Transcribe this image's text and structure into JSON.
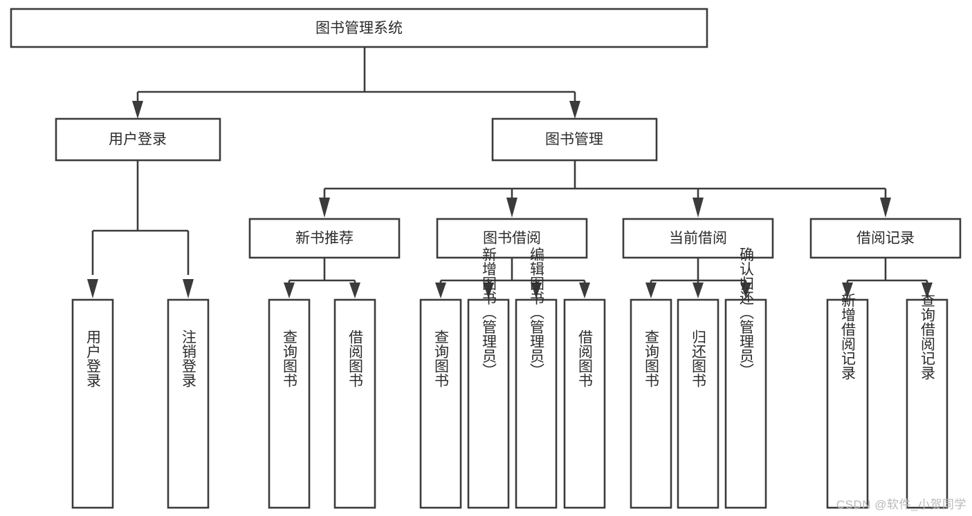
{
  "diagram": {
    "title": "图书管理系统",
    "watermark": "CSDN @软件_小贺同学",
    "accent_color": "#3b3b3b",
    "text_color": "#2b2b2b",
    "background_color": "#ffffff",
    "type": "tree-hierarchy",
    "root": {
      "label": "图书管理系统"
    },
    "level2": [
      {
        "label": "用户登录"
      },
      {
        "label": "图书管理"
      }
    ],
    "level3": [
      {
        "label": "新书推荐"
      },
      {
        "label": "图书借阅"
      },
      {
        "label": "当前借阅"
      },
      {
        "label": "借阅记录"
      }
    ],
    "leaves": {
      "user_login": [
        {
          "label": "用户登录"
        },
        {
          "label": "注销登录"
        }
      ],
      "new_book_recommend": [
        {
          "label": "查询图书"
        },
        {
          "label": "借阅图书"
        }
      ],
      "book_borrow": [
        {
          "label": "查询图书"
        },
        {
          "label": "新增图书（管理员）"
        },
        {
          "label": "编辑图书（管理员）"
        },
        {
          "label": "借阅图书"
        }
      ],
      "current_borrow": [
        {
          "label": "查询图书"
        },
        {
          "label": "归还图书"
        },
        {
          "label": "确认归还（管理员）"
        }
      ],
      "borrow_record": [
        {
          "label": "新增借阅记录"
        },
        {
          "label": "查询借阅记录"
        }
      ]
    }
  }
}
